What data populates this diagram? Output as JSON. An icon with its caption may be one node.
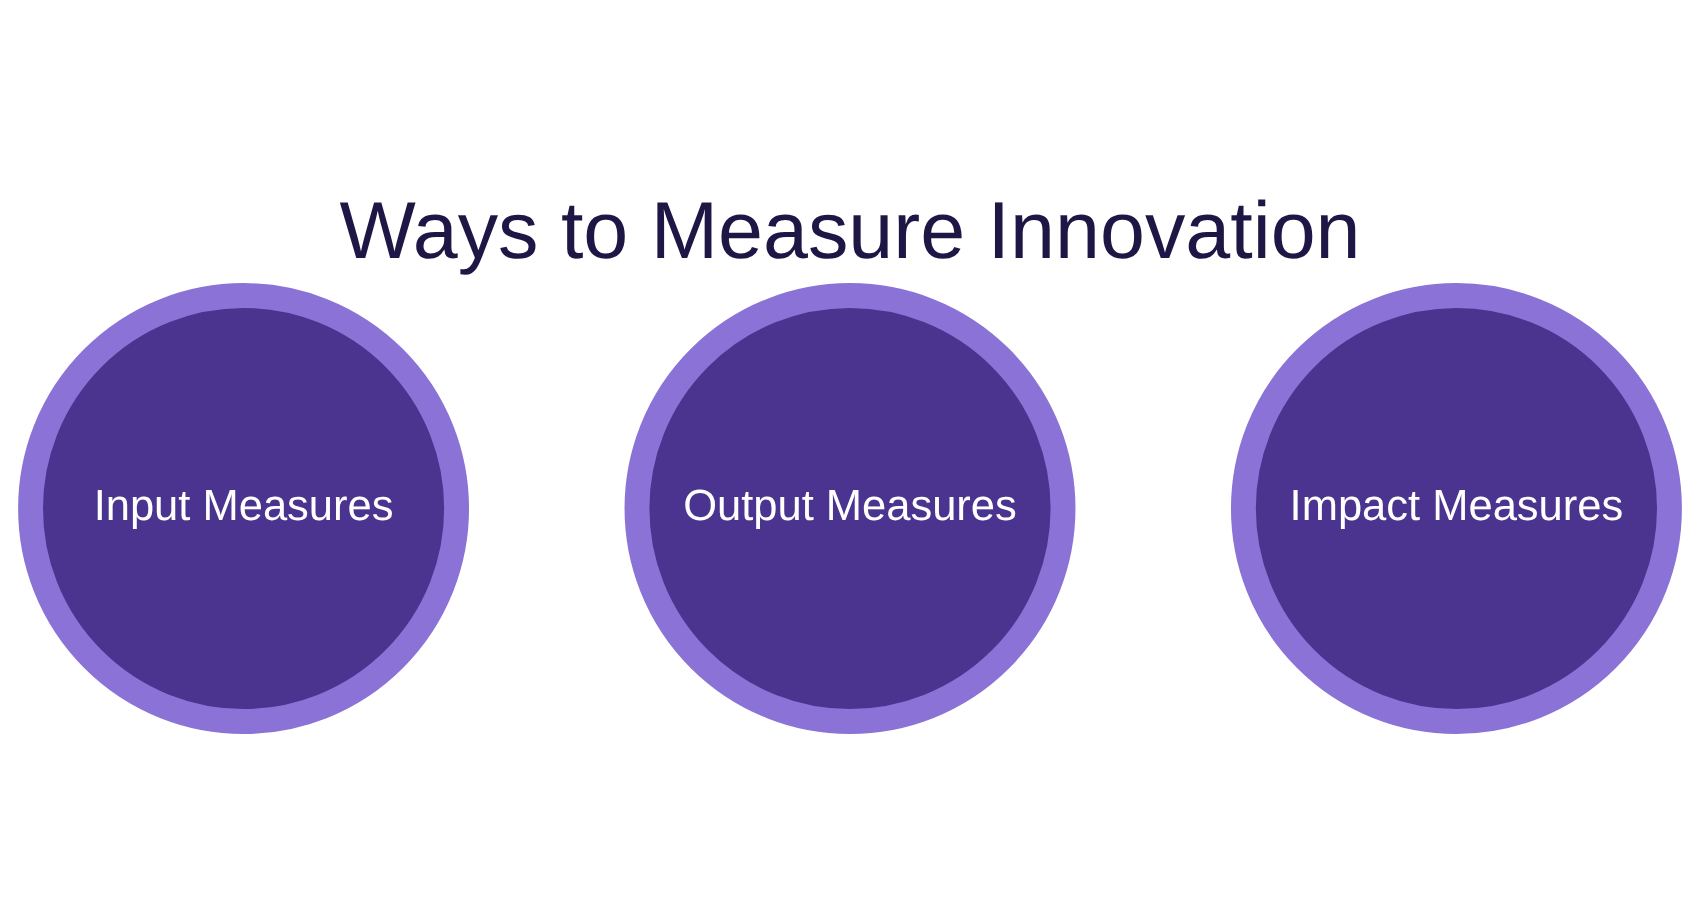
{
  "diagram": {
    "title": "Ways to Measure Innovation",
    "nodes": [
      {
        "text": [
          "Input Measures"
        ]
      },
      {
        "text": [
          "Output Measures"
        ]
      },
      {
        "text": [
          "Impact Measures"
        ]
      }
    ]
  }
}
